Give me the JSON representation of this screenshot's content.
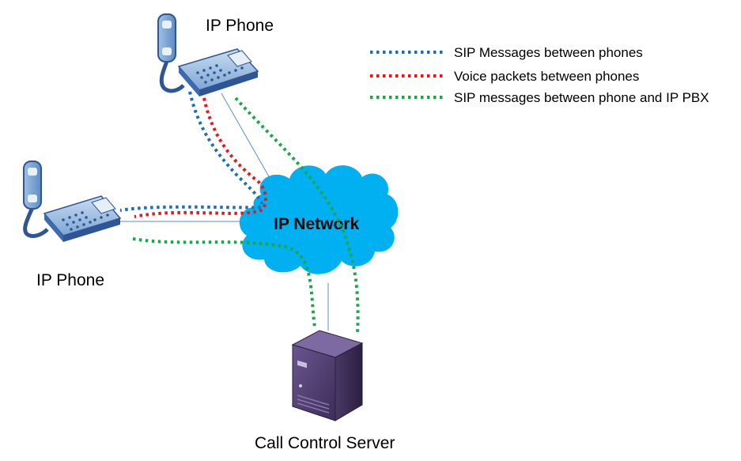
{
  "nodes": {
    "phone_top": {
      "label": "IP Phone"
    },
    "phone_left": {
      "label": "IP Phone"
    },
    "network": {
      "label": "IP Network"
    },
    "server": {
      "label": "Call Control Server"
    }
  },
  "legend": [
    {
      "label": "SIP Messages between phones",
      "color": "#1a6fb5"
    },
    {
      "label": "Voice packets between phones",
      "color": "#e8161d"
    },
    {
      "label": "SIP messages between phone and IP PBX",
      "color": "#18a84a"
    }
  ],
  "colors": {
    "cloud": "#00b0f0",
    "link": "#5b8fc9",
    "phone_body": "#7fa8d6",
    "phone_dark": "#2f5597",
    "server": "#4c3a6a"
  }
}
